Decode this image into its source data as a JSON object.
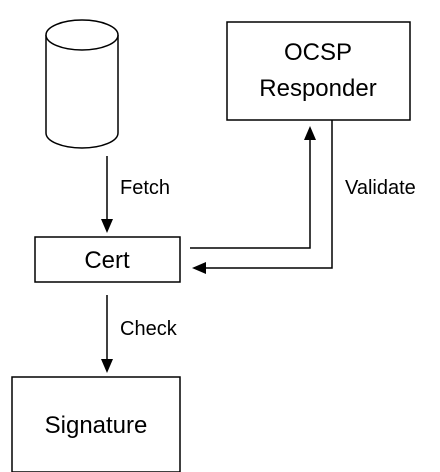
{
  "nodes": {
    "database": {
      "label": ""
    },
    "ocsp_responder": {
      "line1": "OCSP",
      "line2": "Responder"
    },
    "cert": {
      "label": "Cert"
    },
    "signature": {
      "label": "Signature"
    }
  },
  "edges": {
    "fetch": {
      "label": "Fetch"
    },
    "validate": {
      "label": "Validate"
    },
    "check": {
      "label": "Check"
    }
  },
  "colors": {
    "stroke": "#000000",
    "fill": "#ffffff",
    "text": "#000000"
  }
}
